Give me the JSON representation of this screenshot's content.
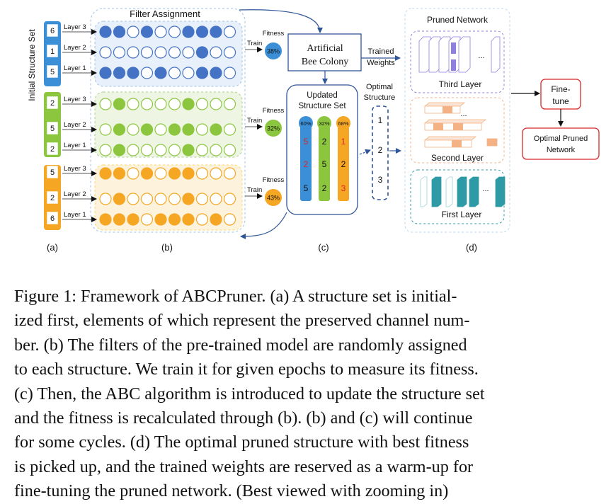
{
  "panel_labels": {
    "a": "(a)",
    "b": "(b)",
    "c": "(c)",
    "d": "(d)"
  },
  "initial_set_label": "Initial Structure Set",
  "filter_assignment_label": "Filter Assignment",
  "colors": {
    "blue": "#3b8fd6",
    "green": "#8cc63f",
    "orange": "#f5a623",
    "circle_fill_blue": "#4472c4",
    "teal": "#2e9aa6",
    "violet": "#8f7fe0",
    "red": "#d62828"
  },
  "groups": [
    {
      "color": "blue",
      "structure_values": [
        "6",
        "1",
        "5"
      ],
      "layers": [
        {
          "label": "Layer 3",
          "dots": [
            1,
            1,
            0,
            1,
            0,
            0,
            1,
            1,
            1,
            0
          ]
        },
        {
          "label": "Layer 2",
          "dots": [
            0,
            0,
            0,
            0,
            0,
            0,
            0,
            1,
            0,
            0
          ]
        },
        {
          "label": "Layer 1",
          "dots": [
            1,
            1,
            1,
            0,
            1,
            0,
            0,
            1,
            1,
            0
          ]
        }
      ],
      "fitness_label": "Fitness",
      "train_label": "Train",
      "fitness_value": "38%"
    },
    {
      "color": "green",
      "structure_values": [
        "2",
        "5",
        "2"
      ],
      "layers": [
        {
          "label": "Layer 3",
          "dots": [
            0,
            1,
            0,
            0,
            0,
            0,
            1,
            0,
            0,
            0
          ]
        },
        {
          "label": "Layer 2",
          "dots": [
            0,
            1,
            0,
            1,
            0,
            1,
            1,
            0,
            1,
            0
          ]
        },
        {
          "label": "Layer 1",
          "dots": [
            0,
            1,
            0,
            0,
            0,
            0,
            1,
            0,
            0,
            0
          ]
        }
      ],
      "fitness_label": "Fitness",
      "train_label": "Train",
      "fitness_value": "32%"
    },
    {
      "color": "orange",
      "structure_values": [
        "5",
        "2",
        "6"
      ],
      "layers": [
        {
          "label": "Layer 3",
          "dots": [
            1,
            1,
            0,
            1,
            0,
            1,
            1,
            0,
            0,
            0
          ]
        },
        {
          "label": "Layer 2",
          "dots": [
            0,
            1,
            0,
            0,
            0,
            0,
            1,
            0,
            0,
            0
          ]
        },
        {
          "label": "Layer 1",
          "dots": [
            1,
            1,
            1,
            0,
            1,
            1,
            1,
            0,
            1,
            0
          ]
        }
      ],
      "fitness_label": "Fitness",
      "train_label": "Train",
      "fitness_value": "43%"
    }
  ],
  "abc_label": [
    "Artificial",
    "Bee Colony"
  ],
  "trained_weights_label": [
    "Trained",
    "Weights"
  ],
  "updated_set_label": [
    "Updated",
    "Structure Set"
  ],
  "updated_columns": [
    {
      "color": "blue",
      "fitness": "60%",
      "values": [
        "5",
        "2",
        "5"
      ],
      "red": [
        true,
        true,
        false
      ]
    },
    {
      "color": "green",
      "fitness": "32%",
      "values": [
        "2",
        "5",
        "2"
      ],
      "red": [
        false,
        false,
        false
      ]
    },
    {
      "color": "orange",
      "fitness": "68%",
      "values": [
        "1",
        "2",
        "3"
      ],
      "red": [
        true,
        false,
        true
      ]
    }
  ],
  "optimal_structure_label": [
    "Optimal",
    "Structure"
  ],
  "optimal_values": [
    "1",
    "2",
    "3"
  ],
  "pruned_network_label": "Pruned Network",
  "layer_names": [
    "Third Layer",
    "Second Layer",
    "First Layer"
  ],
  "ellipsis": "...",
  "fine_tune_label": [
    "Fine-",
    "tune"
  ],
  "optimal_pruned_label": [
    "Optimal Pruned",
    "Network"
  ],
  "caption": [
    "Figure 1:  Framework of ABCPruner. (a) A structure set is initial-",
    "ized first, elements of which represent the preserved channel num-",
    "ber. (b) The filters of the pre-trained model are randomly assigned",
    "to each structure. We train it for given epochs to measure its fitness.",
    "(c) Then, the ABC algorithm is introduced to update the structure set",
    "and the fitness is recalculated through (b). (b) and (c) will continue",
    "for some cycles. (d) The optimal pruned structure with best fitness",
    "is picked up, and the trained weights are reserved as a warm-up for",
    "fine-tuning the pruned network. (Best viewed with zooming in)"
  ]
}
